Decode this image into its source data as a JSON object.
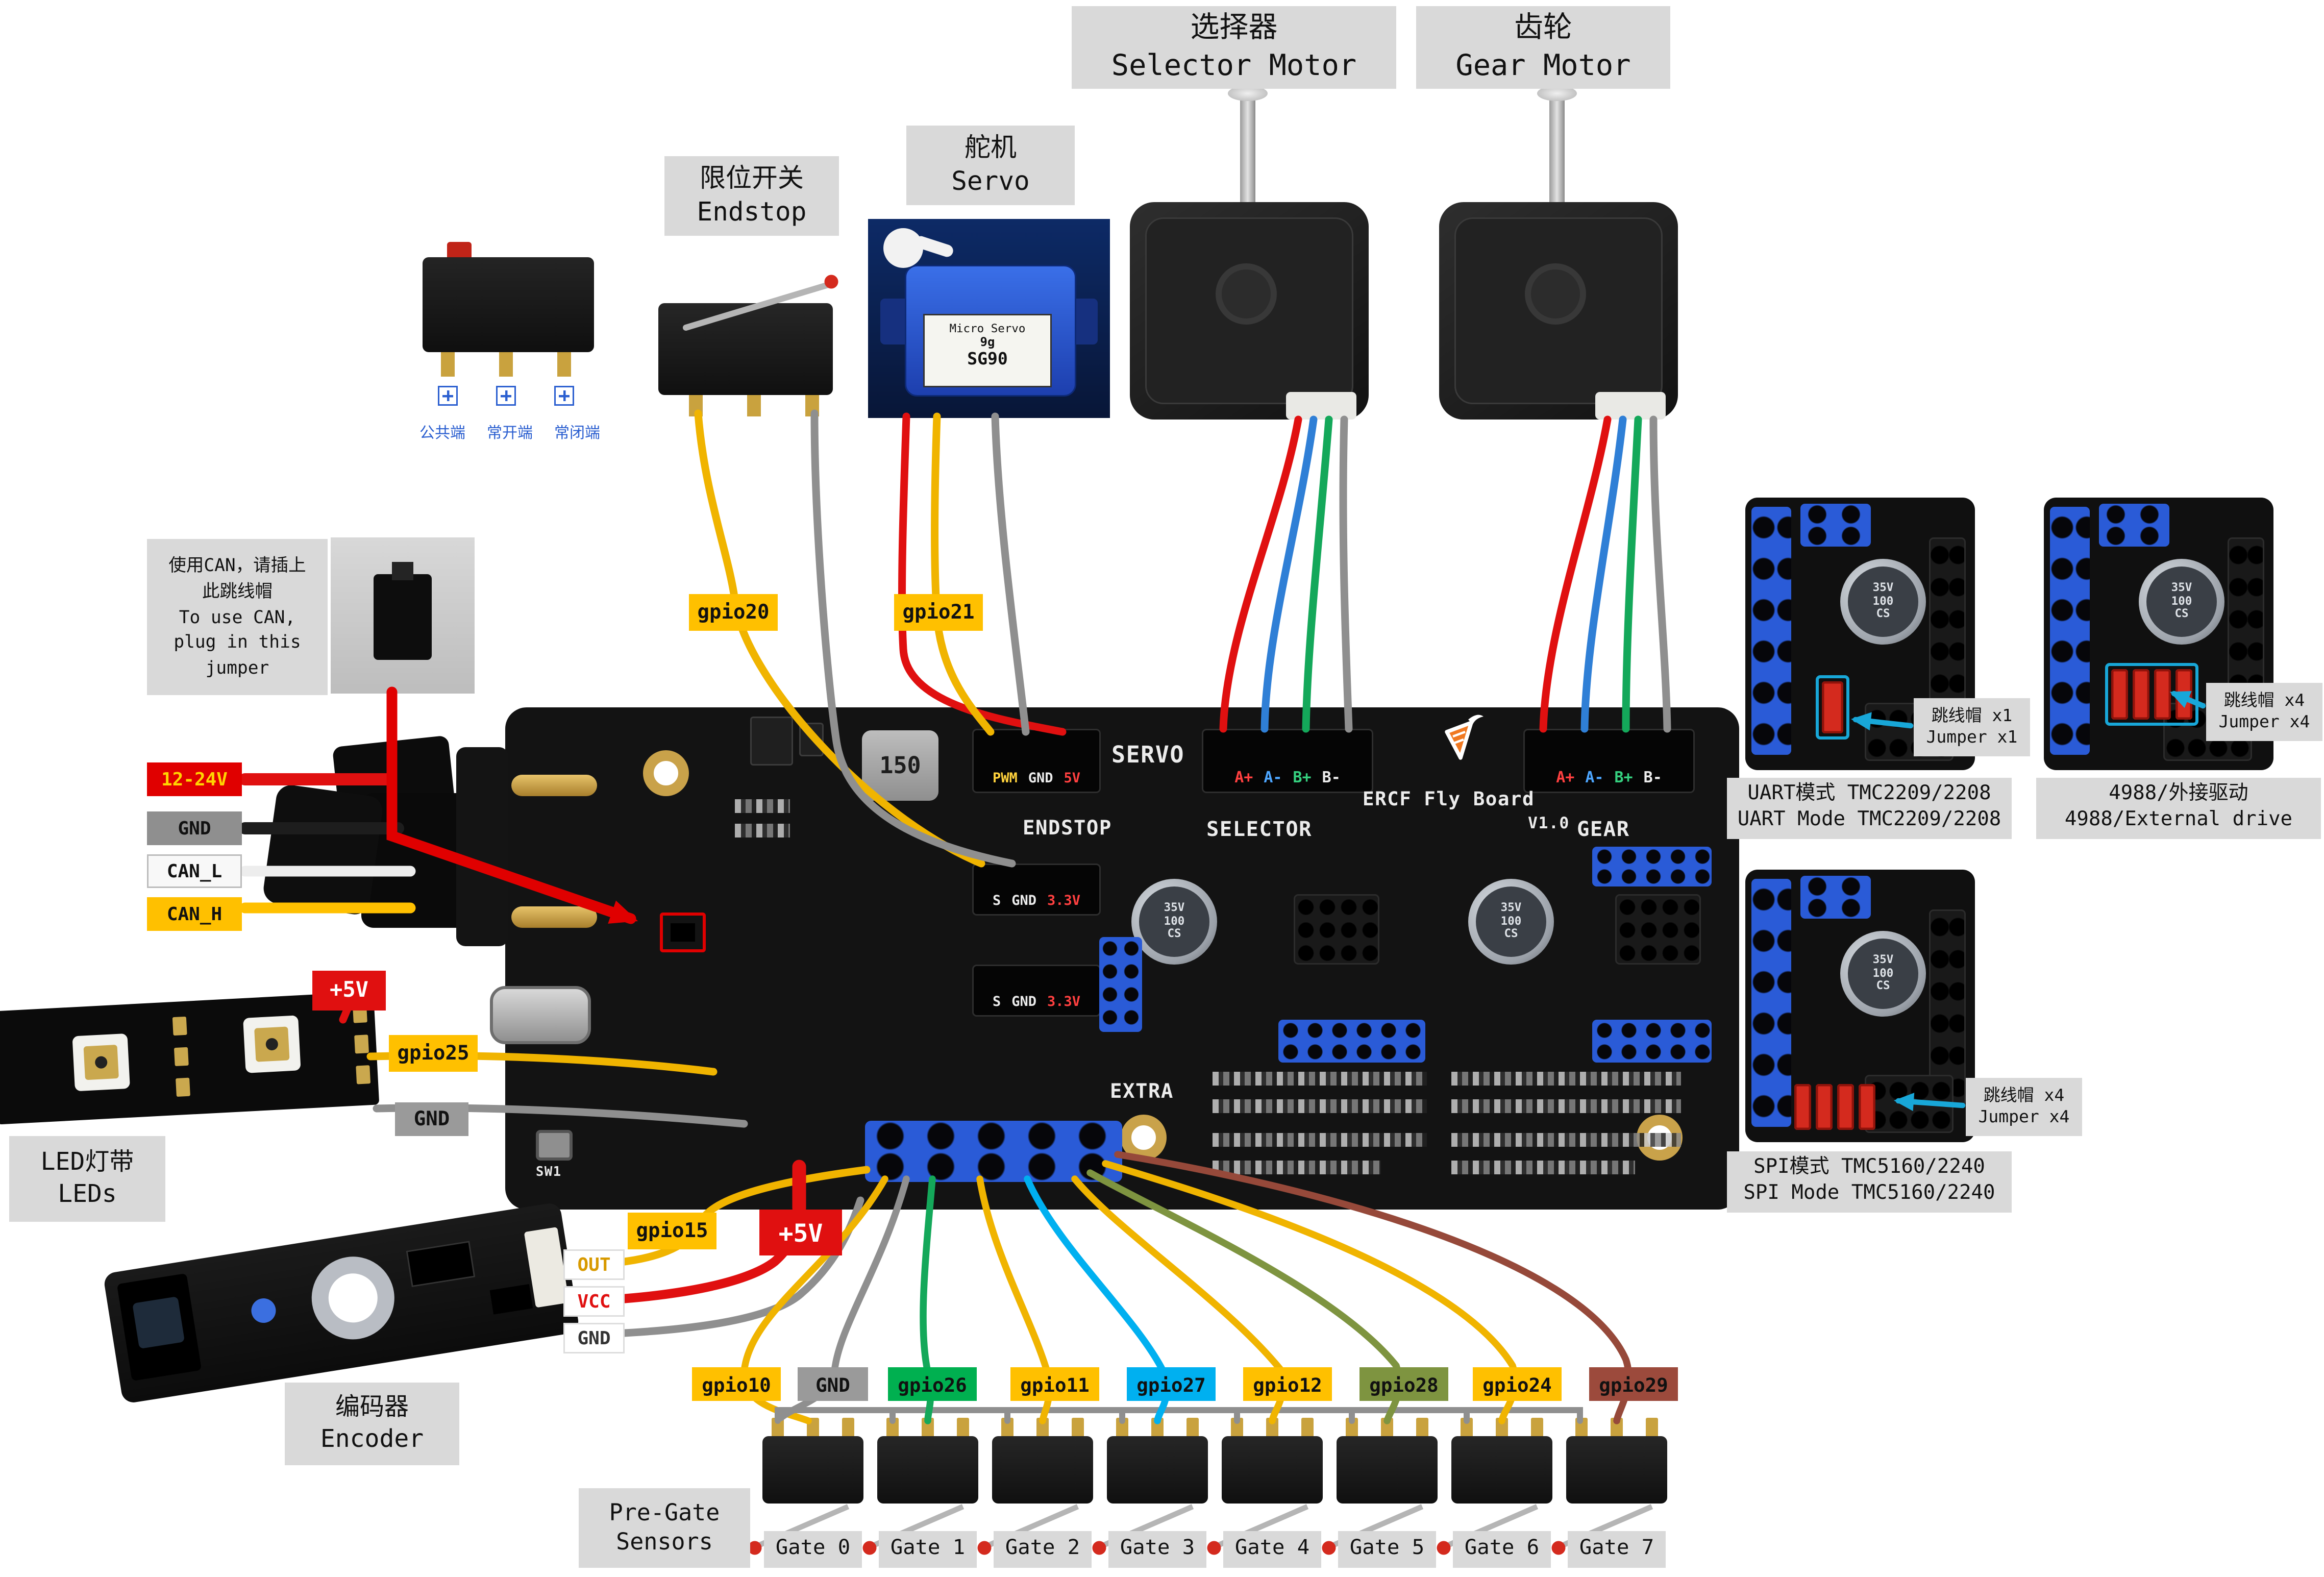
{
  "headers": {
    "selector_motor": {
      "zh": "选择器",
      "en": "Selector Motor"
    },
    "gear_motor": {
      "zh": "齿轮",
      "en": "Gear Motor"
    },
    "servo": {
      "zh": "舵机",
      "en": "Servo"
    },
    "endstop": {
      "zh": "限位开关",
      "en": "Endstop"
    },
    "leds": {
      "zh": "LED灯带",
      "en": "LEDs"
    },
    "encoder": {
      "zh": "编码器",
      "en": "Encoder"
    },
    "pregate": {
      "line1": "Pre-Gate",
      "line2": "Sensors"
    }
  },
  "switch_pin_labels": [
    "公共端",
    "常开端",
    "常闭端"
  ],
  "servo_sticker": [
    "Micro Servo",
    "9g",
    "SG90"
  ],
  "can_note": {
    "lines": [
      "使用CAN，请插上",
      "此跳线帽",
      "To use CAN,",
      "plug in this",
      "jumper"
    ]
  },
  "power_pins": [
    {
      "label": "12-24V",
      "bg": "#e00000",
      "fg": "#ffd400"
    },
    {
      "label": "GND",
      "bg": "#8f8f8f",
      "fg": "#111111"
    },
    {
      "label": "CAN_L",
      "bg": "#f8f8f8",
      "fg": "#111111"
    },
    {
      "label": "CAN_H",
      "bg": "#ffc000",
      "fg": "#111111"
    }
  ],
  "led_pins": {
    "v5": "+5V",
    "gpio": "gpio25",
    "gnd": "GND"
  },
  "encoder_pins": {
    "out": {
      "text": "OUT",
      "fg": "#d89a00"
    },
    "vcc": {
      "text": "VCC",
      "fg": "#e01010"
    },
    "gnd": {
      "text": "GND",
      "fg": "#333333"
    },
    "gpio": "gpio15",
    "v5": "+5V"
  },
  "wire_tags": {
    "gpio20": "gpio20",
    "gpio21": "gpio21"
  },
  "board": {
    "brand": "ERCF Fly Board",
    "version": "V1.0",
    "servo_title": "SERVO",
    "servo_pins": [
      "PWM",
      "GND",
      "5V"
    ],
    "endstop_title": "ENDSTOP",
    "endstop_pins": [
      "S",
      "GND",
      "3.3V"
    ],
    "selector_title": "SELECTOR",
    "gear_title": "GEAR",
    "motor_pins": [
      "A+",
      "A-",
      "B+",
      "B-"
    ],
    "extra_title": "EXTRA",
    "inductor": "150",
    "cap_text": [
      "35V",
      "100",
      "CS"
    ],
    "sw1": "SW1"
  },
  "drivers": [
    {
      "title_zh": "UART模式 TMC2209/2208",
      "title_en": "UART Mode TMC2209/2208",
      "note_zh": "跳线帽 x1",
      "note_en": "Jumper x1"
    },
    {
      "title_zh": "4988/外接驱动",
      "title_en": "4988/External drive",
      "note_zh": "跳线帽 x4",
      "note_en": "Jumper x4"
    },
    {
      "title_zh": "SPI模式 TMC5160/2240",
      "title_en": "SPI Mode TMC5160/2240",
      "note_zh": "跳线帽 x4",
      "note_en": "Jumper x4"
    }
  ],
  "gate_row": {
    "gpio_labels": [
      {
        "text": "gpio10",
        "bg": "#ffc000",
        "fg": "#111111"
      },
      {
        "text": "GND",
        "bg": "#9a9a9a",
        "fg": "#111111"
      },
      {
        "text": "gpio26",
        "bg": "#00b050",
        "fg": "#111111"
      },
      {
        "text": "gpio11",
        "bg": "#ffc000",
        "fg": "#111111"
      },
      {
        "text": "gpio27",
        "bg": "#00b0f0",
        "fg": "#111111"
      },
      {
        "text": "gpio12",
        "bg": "#ffc000",
        "fg": "#111111"
      },
      {
        "text": "gpio28",
        "bg": "#7e9440",
        "fg": "#111111"
      },
      {
        "text": "gpio24",
        "bg": "#ffc000",
        "fg": "#111111"
      },
      {
        "text": "gpio29",
        "bg": "#9c4a3c",
        "fg": "#111111"
      }
    ],
    "gates": [
      "Gate 0",
      "Gate 1",
      "Gate 2",
      "Gate 3",
      "Gate 4",
      "Gate 5",
      "Gate 6",
      "Gate 7"
    ]
  },
  "colors": {
    "tag_yellow": "#ffc000",
    "v5_red": "#e01010",
    "label_gray": "#d9d9d9",
    "wire_yellow": "#f0b400",
    "wire_red": "#e01010",
    "wire_gray": "#8f8f8f",
    "wire_blue": "#2f7fd6",
    "wire_green": "#14a85a",
    "wire_cyan": "#00b0f0",
    "wire_olive": "#7e9440",
    "wire_brown": "#96493a"
  }
}
